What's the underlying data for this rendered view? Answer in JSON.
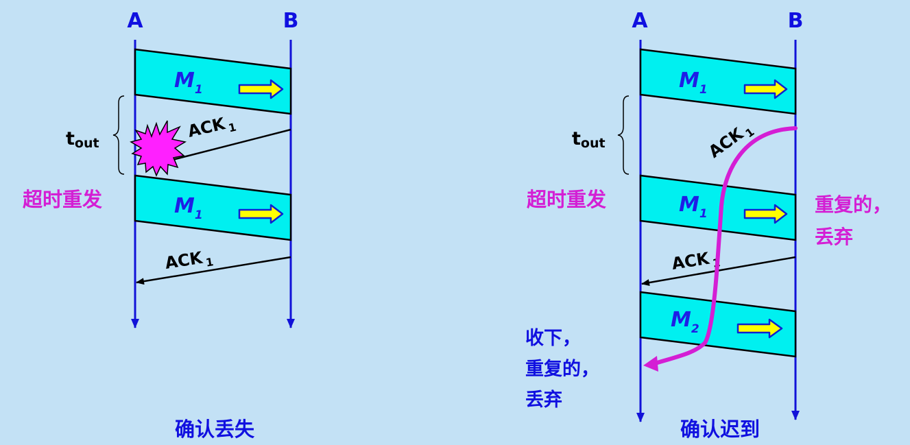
{
  "left": {
    "node_a": "A",
    "node_b": "B",
    "packet1": {
      "label": "M",
      "sub": "1"
    },
    "packet2": {
      "label": "M",
      "sub": "1"
    },
    "ack_lost": {
      "label": "ACK",
      "sub": "1"
    },
    "ack_ok": {
      "label": "ACK",
      "sub": "1"
    },
    "tout": {
      "label": "t",
      "sub": "out"
    },
    "retransmit": "超时重发",
    "caption": "确认丢失"
  },
  "right": {
    "node_a": "A",
    "node_b": "B",
    "packet1": {
      "label": "M",
      "sub": "1"
    },
    "packet2": {
      "label": "M",
      "sub": "1"
    },
    "packet3": {
      "label": "M",
      "sub": "2"
    },
    "ack_late": {
      "label": "ACK",
      "sub": "1"
    },
    "ack_ok": {
      "label": "ACK",
      "sub": "1"
    },
    "tout": {
      "label": "t",
      "sub": "out"
    },
    "retransmit": "超时重发",
    "duplicate_discard_b": [
      "重复的，",
      "丢弃"
    ],
    "duplicate_discard_a": [
      "收下，",
      "重复的，",
      "丢弃"
    ],
    "caption": "确认迟到"
  },
  "colors": {
    "background": "#c3e1f5",
    "timeline": "#1212d8",
    "packet_fill": "#00f0f0",
    "arrow_fill": "#ffff00",
    "highlight": "#d41ed4",
    "burst": "#ff20ff"
  }
}
